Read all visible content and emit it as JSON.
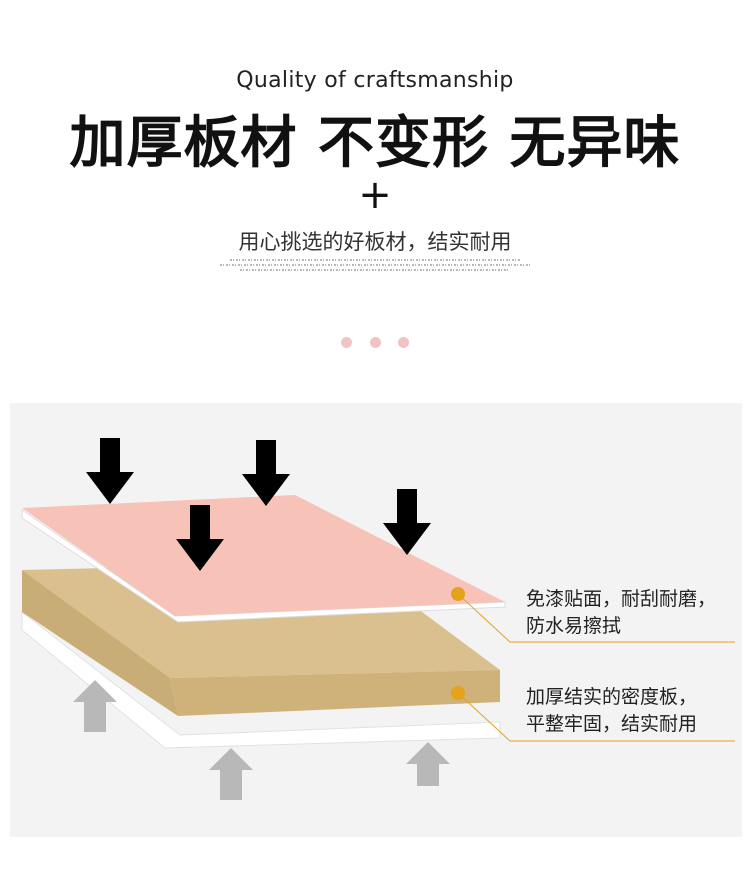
{
  "header": {
    "eyebrow": "Quality of craftsmanship",
    "headline": "加厚板材 不变形 无异味",
    "plus": "+",
    "subhead": "用心挑选的好板材，结实耐用"
  },
  "callouts": [
    {
      "line1": "免漆贴面，耐刮耐磨，",
      "line2": "防水易擦拭"
    },
    {
      "line1": "加厚结实的密度板，",
      "line2": "平整牢固，结实耐用"
    }
  ],
  "colors": {
    "laminate": "#f7c2b8",
    "board": "#d9c08e",
    "arrow_down": "#000000",
    "arrow_up": "#b8b8b8",
    "callout_dot": "#e5a21a",
    "indicator_dot": "#f2c3c3"
  }
}
